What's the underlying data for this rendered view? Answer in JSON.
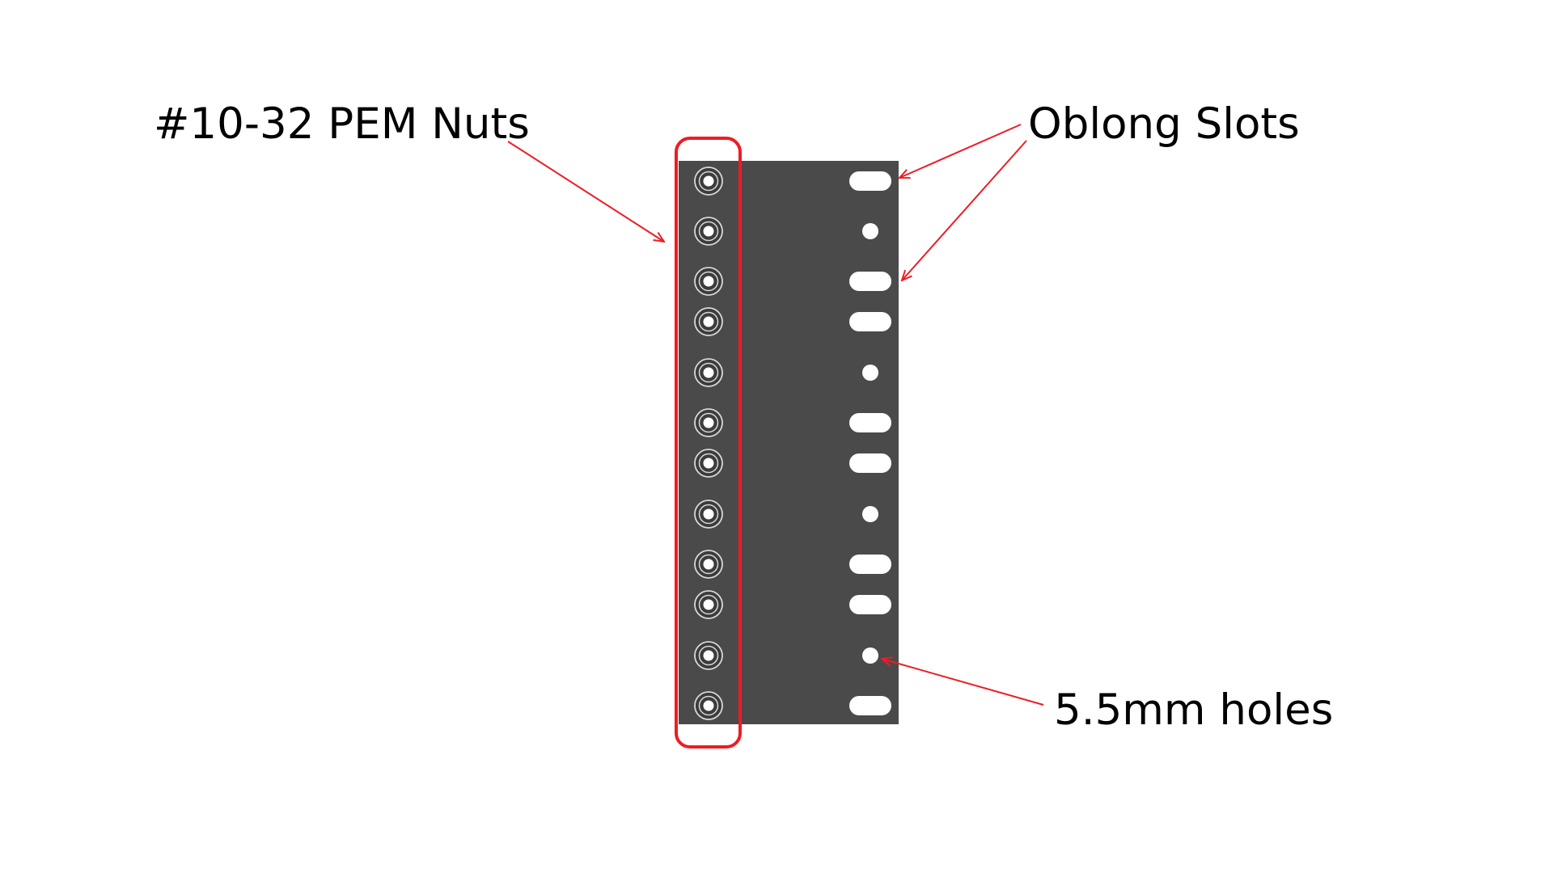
{
  "labels": {
    "pem_nuts": "#10-32 PEM Nuts",
    "oblong_slots": "Oblong Slots",
    "holes": "5.5mm holes"
  },
  "colors": {
    "plate": "#4a4a4a",
    "callout": "#ee1c24",
    "hole": "#ffffff",
    "text": "#000000"
  },
  "bracket": {
    "pem_nut_count": 12,
    "right_column": [
      "slot",
      "hole",
      "slot",
      "slot",
      "hole",
      "slot",
      "slot",
      "hole",
      "slot",
      "slot",
      "hole",
      "slot"
    ]
  }
}
